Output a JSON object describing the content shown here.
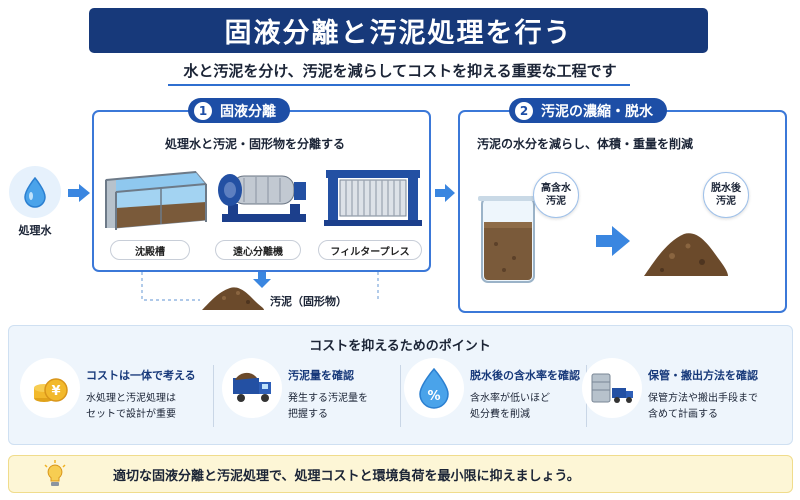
{
  "header": {
    "title": "固液分離と汚泥処理を行う",
    "subtitle": "水と汚泥を分け、汚泥を減らしてコストを抑える重要な工程です"
  },
  "input": {
    "label": "処理水"
  },
  "step1": {
    "number": "1",
    "title": "固液分離",
    "description": "処理水と汚泥・固形物を分離する",
    "equipment": [
      "沈殿槽",
      "遠心分離機",
      "フィルタープレス"
    ],
    "output_label": "汚泥（固形物）"
  },
  "step2": {
    "number": "2",
    "title": "汚泥の濃縮・脱水",
    "description": "汚泥の水分を減らし、体積・重量を削減",
    "before_label": [
      "高含水",
      "汚泥"
    ],
    "after_label": [
      "脱水後",
      "汚泥"
    ]
  },
  "points": {
    "title": "コストを抑えるためのポイント",
    "items": [
      {
        "title": "コストは一体で考える",
        "lines": [
          "水処理と汚泥処理は",
          "セットで設計が重要"
        ],
        "icon": "coins-icon"
      },
      {
        "title": "汚泥量を確認",
        "lines": [
          "発生する汚泥量を",
          "把握する"
        ],
        "icon": "dump-truck-icon"
      },
      {
        "title": "脱水後の含水率を確認",
        "lines": [
          "含水率が低いほど",
          "処分費を削減"
        ],
        "icon": "water-percent-icon"
      },
      {
        "title": "保管・搬出方法を確認",
        "lines": [
          "保管方法や搬出手段まで",
          "含めて計画する"
        ],
        "icon": "storage-truck-icon"
      }
    ]
  },
  "footer": {
    "message": "適切な固液分離と汚泥処理で、処理コストと環境負荷を最小限に抑えましょう。"
  },
  "colors": {
    "title_bg": "#17397a",
    "accent_blue": "#3b78d8",
    "arrow_blue": "#3a86e0",
    "points_bg": "#eef5fc",
    "footer_bg": "#fdf6d6",
    "sludge_brown": "#6b4a2b"
  }
}
